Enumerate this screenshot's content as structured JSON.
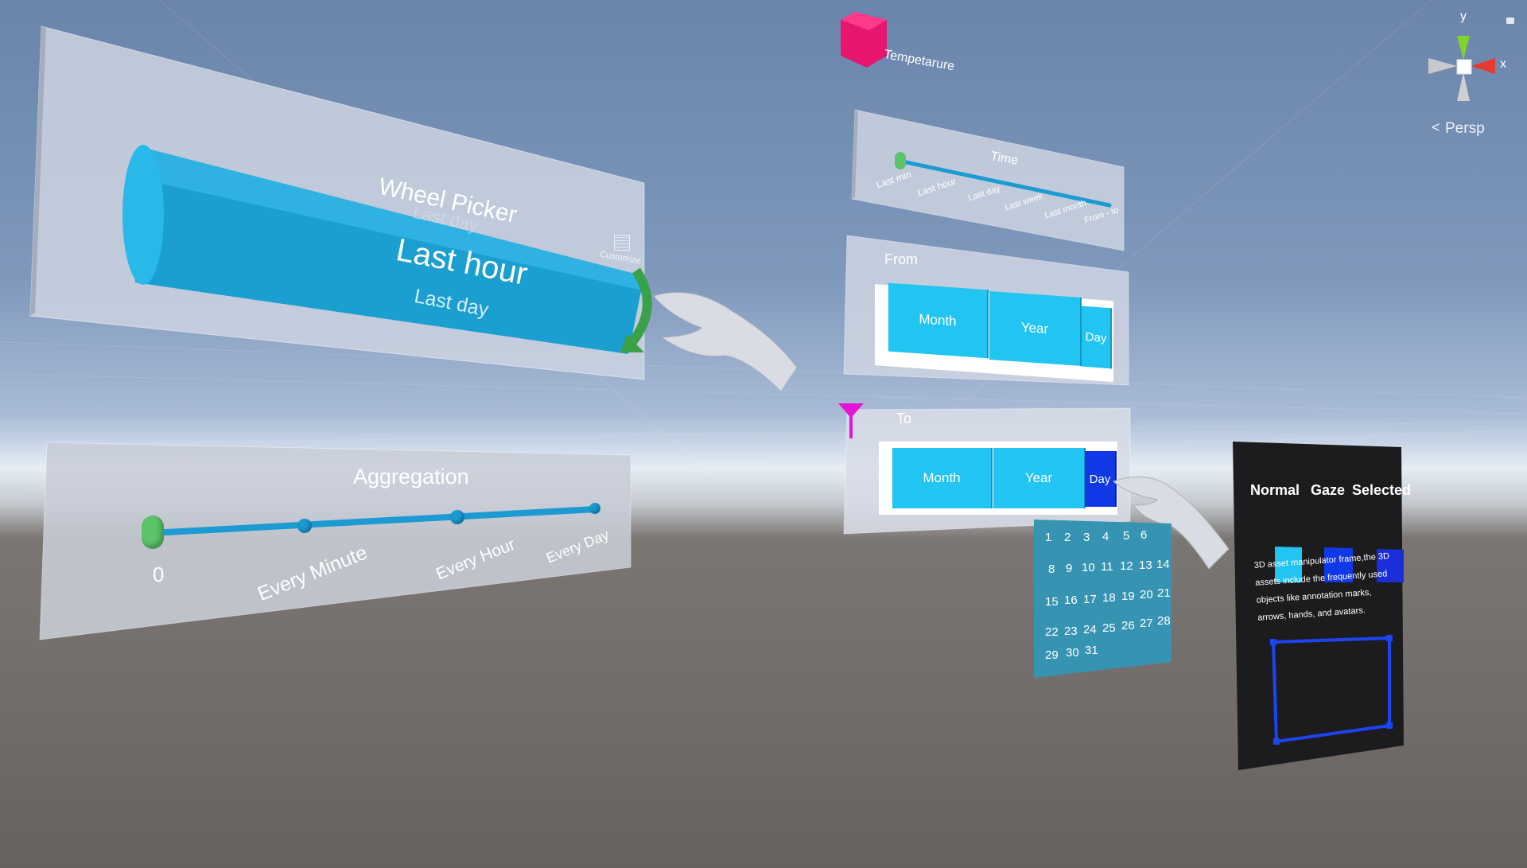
{
  "wheel_picker": {
    "title": "Wheel Picker",
    "faded_item": "Last day",
    "selected_item": "Last hour",
    "next_item": "Last day",
    "customize_label": "Customize"
  },
  "aggregation": {
    "title": "Aggregation",
    "stops": [
      "0",
      "Every Minute",
      "Every Hour",
      "Every Day"
    ]
  },
  "temperature": {
    "label": "Tempetarure",
    "marker_color": "#e6166e"
  },
  "time_slider": {
    "title": "Time",
    "stops": [
      "Last min",
      "Last hour",
      "Last day",
      "Last week",
      "Last month",
      "From - to"
    ]
  },
  "from_panel": {
    "title": "From",
    "buttons": [
      "Month",
      "Year",
      "Day"
    ]
  },
  "to_panel": {
    "title": "To",
    "buttons": [
      "Month",
      "Year",
      "Day"
    ]
  },
  "calendar": {
    "rows": [
      [
        "1",
        "2",
        "3",
        "4",
        "5",
        "6"
      ],
      [
        "8",
        "9",
        "10",
        "11",
        "12",
        "13",
        "14"
      ],
      [
        "15",
        "16",
        "17",
        "18",
        "19",
        "20",
        "21"
      ],
      [
        "22",
        "23",
        "24",
        "25",
        "26",
        "27",
        "28"
      ],
      [
        "29",
        "30",
        "31"
      ]
    ]
  },
  "states_card": {
    "headers": [
      "Normal",
      "Gaze",
      "Selected"
    ],
    "description": "3D asset manipulator frame,the 3D assets include the frequently used objects like annotation marks, arrows, hands, and avatars.",
    "colors": {
      "normal": "#22c4f2",
      "gaze": "#1038e6",
      "selected": "#1a2fd8"
    }
  },
  "gizmo": {
    "y_label": "y",
    "x_label": "x",
    "view_label": "Persp",
    "colors": {
      "y": "#7fd32a",
      "x": "#e53a2e",
      "center": "#ffffff"
    }
  },
  "accent_colors": {
    "button": "#22c4f2",
    "track": "#1c9ad2",
    "knob": "#5cc36a",
    "calendar_bg": "#3694b2"
  }
}
